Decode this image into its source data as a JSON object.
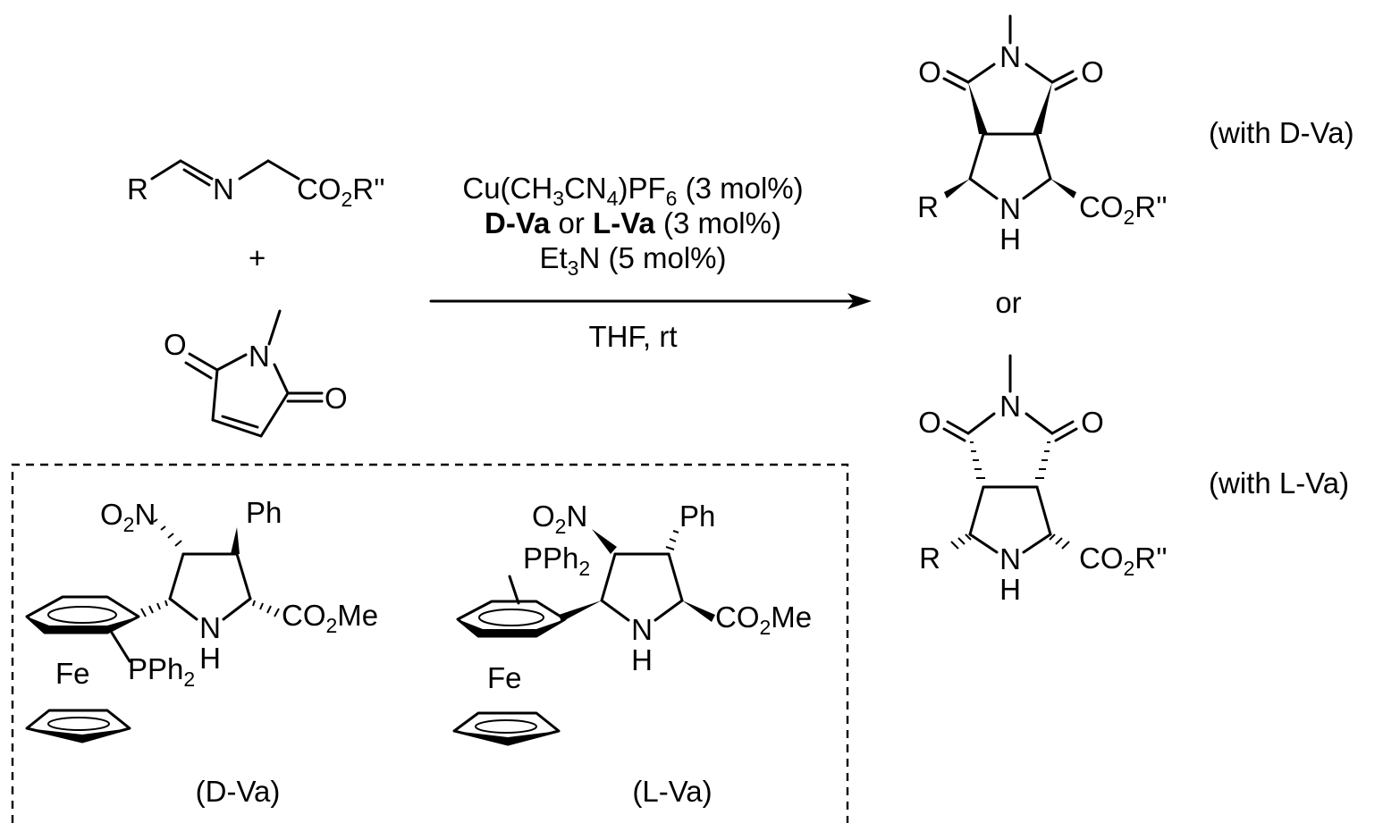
{
  "reactants": {
    "imine": {
      "r": "R",
      "n": "N",
      "ester_co": "CO",
      "ester_sub": "2",
      "ester_r": "R''"
    },
    "plus": "+",
    "maleimide": {
      "n": "N",
      "o_left": "O",
      "o_right": "O"
    }
  },
  "conditions": {
    "catalyst": {
      "a": "Cu(CH",
      "s1": "3",
      "b": "CN",
      "s2": "4",
      "c": ")PF",
      "s3": "6",
      "d": " (3 mol%)"
    },
    "ligand": {
      "d_va": "D-Va",
      "or": " or ",
      "l_va": "L-Va",
      "load": " (3 mol%)"
    },
    "base": {
      "a": "Et",
      "s": "3",
      "b": "N (5 mol%)"
    },
    "solvent": "THF, rt"
  },
  "products": {
    "top_note": "(with D-Va)",
    "or": "or",
    "bottom_note": "(with L-Va)",
    "atoms": {
      "n": "N",
      "o": "O",
      "r": "R",
      "nh_n": "N",
      "nh_h": "H",
      "co": "CO",
      "sub": "2",
      "r2": "R''"
    }
  },
  "ligands": {
    "d_va": {
      "caption": "(D-Va)",
      "o2n_o": "O",
      "o2n_sub": "2",
      "o2n_n": "N",
      "ph": "Ph",
      "fe": "Fe",
      "pph_a": "PPh",
      "pph_sub": "2",
      "nh_n": "N",
      "nh_h": "H",
      "ester_a": "CO",
      "ester_sub": "2",
      "ester_b": "Me"
    },
    "l_va": {
      "caption": "(L-Va)",
      "o2n_o": "O",
      "o2n_sub": "2",
      "o2n_n": "N",
      "ph": "Ph",
      "fe": "Fe",
      "pph_a": "PPh",
      "pph_sub": "2",
      "nh_n": "N",
      "nh_h": "H",
      "ester_a": "CO",
      "ester_sub": "2",
      "ester_b": "Me"
    }
  }
}
